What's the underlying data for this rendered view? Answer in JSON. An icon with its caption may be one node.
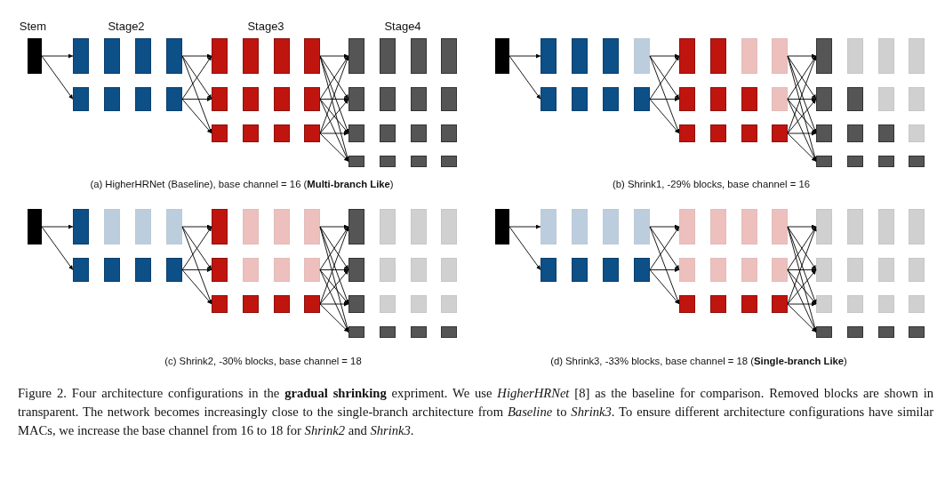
{
  "diagram": {
    "caption": "Figure 2. Four architecture configurations in the **gradual shrinking** expriment. We use *HigherHRNet* [8] as the baseline for comparison. Removed blocks are shown in transparent. The network becomes increasingly close to the single-branch architecture from *Baseline* to *Shrink3*. To ensure different architecture configurations have similar MACs, we increase the base channel from 16 to 18 for *Shrink2* and *Shrink3*.",
    "nodes": [
      {
        "text": [],
        "shape": "box"
      },
      {
        "text": [],
        "shape": "box"
      },
      {
        "text": [],
        "shape": "box"
      },
      {
        "text": [],
        "shape": "box"
      },
      {
        "text": [],
        "shape": "box"
      },
      {
        "text": [],
        "shape": "box"
      },
      {
        "text": [],
        "shape": "box"
      },
      {
        "text": [],
        "shape": "box"
      },
      {
        "text": [],
        "shape": "box"
      },
      {
        "text": [],
        "shape": "box"
      },
      {
        "text": [],
        "shape": "box"
      },
      {
        "text": [],
        "shape": "box"
      },
      {
        "text": [],
        "shape": "box"
      },
      {
        "text": [],
        "shape": "box"
      },
      {
        "text": [],
        "shape": "box"
      },
      {
        "text": [],
        "shape": "box"
      },
      {
        "text": [],
        "shape": "box"
      },
      {
        "text": [],
        "shape": "box"
      },
      {
        "text": [],
        "shape": "box"
      },
      {
        "text": [],
        "shape": "box"
      },
      {
        "text": [],
        "shape": "box"
      },
      {
        "text": [],
        "shape": "box"
      },
      {
        "text": [],
        "shape": "box"
      },
      {
        "text": [],
        "shape": "box"
      },
      {
        "text": [],
        "shape": "box"
      },
      {
        "text": [],
        "shape": "box"
      },
      {
        "text": [],
        "shape": "box"
      },
      {
        "text": [],
        "shape": "box"
      },
      {
        "text": [],
        "shape": "box"
      },
      {
        "text": [],
        "shape": "box"
      },
      {
        "text": [],
        "shape": "box"
      },
      {
        "text": [],
        "shape": "box"
      },
      {
        "text": [],
        "shape": "box"
      },
      {
        "text": [],
        "shape": "box"
      },
      {
        "text": [],
        "shape": "box"
      },
      {
        "text": [],
        "shape": "box"
      },
      {
        "text": [],
        "shape": "box"
      },
      {
        "text": [],
        "shape": "box"
      },
      {
        "text": [],
        "shape": "box"
      },
      {
        "text": [],
        "shape": "box"
      },
      {
        "text": [],
        "shape": "box"
      },
      {
        "text": [],
        "shape": "box"
      },
      {
        "text": [],
        "shape": "box"
      },
      {
        "text": [],
        "shape": "box"
      },
      {
        "text": [],
        "shape": "box"
      },
      {
        "text": [],
        "shape": "box"
      },
      {
        "text": [],
        "shape": "box"
      },
      {
        "text": [],
        "shape": "box"
      },
      {
        "text": [],
        "shape": "box"
      },
      {
        "text": [],
        "shape": "box"
      },
      {
        "text": [],
        "shape": "box"
      },
      {
        "text": [],
        "shape": "box"
      },
      {
        "text": [],
        "shape": "box"
      },
      {
        "text": [],
        "shape": "box"
      },
      {
        "text": [],
        "shape": "box"
      },
      {
        "text": [],
        "shape": "box"
      },
      {
        "text": [],
        "shape": "box"
      },
      {
        "text": [],
        "shape": "box"
      },
      {
        "text": [],
        "shape": "box"
      },
      {
        "text": [],
        "shape": "box"
      },
      {
        "text": [],
        "shape": "box"
      },
      {
        "text": [],
        "shape": "box"
      },
      {
        "text": [],
        "shape": "box"
      },
      {
        "text": [],
        "shape": "box"
      },
      {
        "text": [],
        "shape": "box"
      },
      {
        "text": [],
        "shape": "box"
      },
      {
        "text": [],
        "shape": "box"
      },
      {
        "text": [],
        "shape": "box"
      },
      {
        "text": [],
        "shape": "box"
      },
      {
        "text": [],
        "shape": "box"
      },
      {
        "text": [],
        "shape": "box"
      },
      {
        "text": [],
        "shape": "box"
      },
      {
        "text": [],
        "shape": "box"
      },
      {
        "text": [],
        "shape": "box"
      },
      {
        "text": [],
        "shape": "box"
      },
      {
        "text": [],
        "shape": "box"
      },
      {
        "text": [],
        "shape": "box"
      },
      {
        "text": [],
        "shape": "box"
      },
      {
        "text": [],
        "shape": "box"
      },
      {
        "text": [],
        "shape": "box"
      },
      {
        "text": [],
        "shape": "box"
      },
      {
        "text": [],
        "shape": "box"
      },
      {
        "text": [],
        "shape": "box"
      },
      {
        "text": [],
        "shape": "box"
      },
      {
        "text": [],
        "shape": "box"
      },
      {
        "text": [],
        "shape": "box"
      },
      {
        "text": [],
        "shape": "box"
      },
      {
        "text": [],
        "shape": "box"
      },
      {
        "text": [],
        "shape": "box"
      },
      {
        "text": [],
        "shape": "box"
      },
      {
        "text": [],
        "shape": "box"
      },
      {
        "text": [],
        "shape": "box"
      },
      {
        "text": [],
        "shape": "box"
      },
      {
        "text": [],
        "shape": "box"
      },
      {
        "text": [],
        "shape": "box"
      },
      {
        "text": [],
        "shape": "box"
      },
      {
        "text": [],
        "shape": "box"
      },
      {
        "text": [],
        "shape": "box"
      },
      {
        "text": [],
        "shape": "box"
      },
      {
        "text": [],
        "shape": "box"
      },
      {
        "text": [],
        "shape": "box"
      },
      {
        "text": [],
        "shape": "box"
      },
      {
        "text": [],
        "shape": "box"
      },
      {
        "text": [],
        "shape": "box"
      },
      {
        "text": [],
        "shape": "box"
      },
      {
        "text": [],
        "shape": "box"
      },
      {
        "text": [],
        "shape": "box"
      },
      {
        "text": [],
        "shape": "box"
      },
      {
        "text": [],
        "shape": "box"
      },
      {
        "text": [],
        "shape": "box"
      },
      {
        "text": [],
        "shape": "box"
      },
      {
        "text": [],
        "shape": "box"
      },
      {
        "text": [],
        "shape": "box"
      },
      {
        "text": [],
        "shape": "box"
      },
      {
        "text": [],
        "shape": "box"
      },
      {
        "text": [],
        "shape": "box"
      },
      {
        "text": [],
        "shape": "box"
      },
      {
        "text": [],
        "shape": "box"
      },
      {
        "text": [],
        "shape": "box"
      },
      {
        "text": [],
        "shape": "box"
      },
      {
        "text": [],
        "shape": "box"
      },
      {
        "text": [],
        "shape": "box"
      },
      {
        "text": [],
        "shape": "box"
      },
      {
        "text": [],
        "shape": "box"
      },
      {
        "text": [],
        "shape": "box"
      },
      {
        "text": [],
        "shape": "box"
      },
      {
        "text": [],
        "shape": "box"
      },
      {
        "text": [],
        "shape": "box"
      },
      {
        "text": [],
        "shape": "box"
      },
      {
        "text": [],
        "shape": "box"
      },
      {
        "text": [],
        "shape": "box"
      },
      {
        "text": [],
        "shape": "box"
      },
      {
        "text": [],
        "shape": "box"
      },
      {
        "text": [],
        "shape": "box"
      },
      {
        "text": [],
        "shape": "box"
      },
      {
        "text": [],
        "shape": "box"
      },
      {
        "text": [],
        "shape": "box"
      },
      {
        "text": [],
        "shape": "box"
      },
      {
        "text": [],
        "shape": "box"
      },
      {
        "text": [],
        "shape": "box"
      },
      {
        "text": [],
        "shape": "box"
      },
      {
        "text": [],
        "shape": "box"
      },
      {
        "text": [],
        "shape": "box"
      },
      {
        "text": [],
        "shape": "box"
      },
      {
        "text": [],
        "shape": "box"
      },
      {
        "text": [],
        "shape": "box"
      },
      {
        "text": [],
        "shape": "box"
      },
      {
        "text": [],
        "shape": "box"
      }
    ],
    "edges": [
      {
        "from": 0,
        "to": 1,
        "arrow": "to"
      },
      {
        "from": 0,
        "to": 5,
        "arrow": "to"
      },
      {
        "from": 4,
        "to": 9,
        "arrow": "to"
      },
      {
        "from": 4,
        "to": 13,
        "arrow": "to"
      },
      {
        "from": 4,
        "to": 17,
        "arrow": "to"
      },
      {
        "from": 8,
        "to": 9,
        "arrow": "to"
      },
      {
        "from": 8,
        "to": 13,
        "arrow": "to"
      },
      {
        "from": 8,
        "to": 17,
        "arrow": "to"
      },
      {
        "from": 12,
        "to": 21,
        "arrow": "to"
      },
      {
        "from": 12,
        "to": 25,
        "arrow": "to"
      },
      {
        "from": 12,
        "to": 29,
        "arrow": "to"
      },
      {
        "from": 12,
        "to": 33,
        "arrow": "to"
      },
      {
        "from": 16,
        "to": 21,
        "arrow": "to"
      },
      {
        "from": 16,
        "to": 25,
        "arrow": "to"
      },
      {
        "from": 16,
        "to": 29,
        "arrow": "to"
      },
      {
        "from": 16,
        "to": 33,
        "arrow": "to"
      },
      {
        "from": 20,
        "to": 21,
        "arrow": "to"
      },
      {
        "from": 20,
        "to": 25,
        "arrow": "to"
      },
      {
        "from": 20,
        "to": 29,
        "arrow": "to"
      },
      {
        "from": 20,
        "to": 33,
        "arrow": "to"
      },
      {
        "from": 37,
        "to": 38,
        "arrow": "to"
      },
      {
        "from": 37,
        "to": 42,
        "arrow": "to"
      },
      {
        "from": 41,
        "to": 46,
        "arrow": "to"
      },
      {
        "from": 41,
        "to": 50,
        "arrow": "to"
      },
      {
        "from": 41,
        "to": 54,
        "arrow": "to"
      },
      {
        "from": 45,
        "to": 46,
        "arrow": "to"
      },
      {
        "from": 45,
        "to": 50,
        "arrow": "to"
      },
      {
        "from": 45,
        "to": 54,
        "arrow": "to"
      },
      {
        "from": 49,
        "to": 58,
        "arrow": "to"
      },
      {
        "from": 49,
        "to": 62,
        "arrow": "to"
      },
      {
        "from": 49,
        "to": 66,
        "arrow": "to"
      },
      {
        "from": 49,
        "to": 70,
        "arrow": "to"
      },
      {
        "from": 53,
        "to": 58,
        "arrow": "to"
      },
      {
        "from": 53,
        "to": 62,
        "arrow": "to"
      },
      {
        "from": 53,
        "to": 66,
        "arrow": "to"
      },
      {
        "from": 53,
        "to": 70,
        "arrow": "to"
      },
      {
        "from": 57,
        "to": 58,
        "arrow": "to"
      },
      {
        "from": 57,
        "to": 62,
        "arrow": "to"
      },
      {
        "from": 57,
        "to": 66,
        "arrow": "to"
      },
      {
        "from": 57,
        "to": 70,
        "arrow": "to"
      },
      {
        "from": 74,
        "to": 75,
        "arrow": "to"
      },
      {
        "from": 74,
        "to": 79,
        "arrow": "to"
      },
      {
        "from": 78,
        "to": 83,
        "arrow": "to"
      },
      {
        "from": 78,
        "to": 87,
        "arrow": "to"
      },
      {
        "from": 78,
        "to": 91,
        "arrow": "to"
      },
      {
        "from": 82,
        "to": 83,
        "arrow": "to"
      },
      {
        "from": 82,
        "to": 87,
        "arrow": "to"
      },
      {
        "from": 82,
        "to": 91,
        "arrow": "to"
      },
      {
        "from": 86,
        "to": 95,
        "arrow": "to"
      },
      {
        "from": 86,
        "to": 99,
        "arrow": "to"
      },
      {
        "from": 86,
        "to": 103,
        "arrow": "to"
      },
      {
        "from": 86,
        "to": 107,
        "arrow": "to"
      },
      {
        "from": 90,
        "to": 95,
        "arrow": "to"
      },
      {
        "from": 90,
        "to": 99,
        "arrow": "to"
      },
      {
        "from": 90,
        "to": 103,
        "arrow": "to"
      },
      {
        "from": 90,
        "to": 107,
        "arrow": "to"
      },
      {
        "from": 94,
        "to": 95,
        "arrow": "to"
      },
      {
        "from": 94,
        "to": 99,
        "arrow": "to"
      },
      {
        "from": 94,
        "to": 103,
        "arrow": "to"
      },
      {
        "from": 94,
        "to": 107,
        "arrow": "to"
      },
      {
        "from": 111,
        "to": 112,
        "arrow": "to"
      },
      {
        "from": 111,
        "to": 116,
        "arrow": "to"
      },
      {
        "from": 115,
        "to": 120,
        "arrow": "to"
      },
      {
        "from": 115,
        "to": 124,
        "arrow": "to"
      },
      {
        "from": 115,
        "to": 128,
        "arrow": "to"
      },
      {
        "from": 119,
        "to": 120,
        "arrow": "to"
      },
      {
        "from": 119,
        "to": 124,
        "arrow": "to"
      },
      {
        "from": 119,
        "to": 128,
        "arrow": "to"
      },
      {
        "from": 123,
        "to": 132,
        "arrow": "to"
      },
      {
        "from": 123,
        "to": 136,
        "arrow": "to"
      },
      {
        "from": 123,
        "to": 140,
        "arrow": "to"
      },
      {
        "from": 123,
        "to": 144,
        "arrow": "to"
      },
      {
        "from": 127,
        "to": 132,
        "arrow": "to"
      },
      {
        "from": 127,
        "to": 136,
        "arrow": "to"
      },
      {
        "from": 127,
        "to": 140,
        "arrow": "to"
      },
      {
        "from": 127,
        "to": 144,
        "arrow": "to"
      },
      {
        "from": 131,
        "to": 132,
        "arrow": "to"
      },
      {
        "from": 131,
        "to": 136,
        "arrow": "to"
      },
      {
        "from": 131,
        "to": 140,
        "arrow": "to"
      },
      {
        "from": 131,
        "to": 144,
        "arrow": "to"
      }
    ],
    "labels": [
      "Stem",
      "Stage2",
      "Stage3",
      "Stage4",
      "(a) HigherHRNet (Baseline), base channel = 16 (**Multi-branch Like**)",
      "(b) Shrink1, -29% blocks, base channel = 16",
      "(c) Shrink2, -30% blocks, base channel = 18",
      "(d) Shrink3, -33% blocks, base channel = 18 (**Single-branch Like**)"
    ]
  }
}
